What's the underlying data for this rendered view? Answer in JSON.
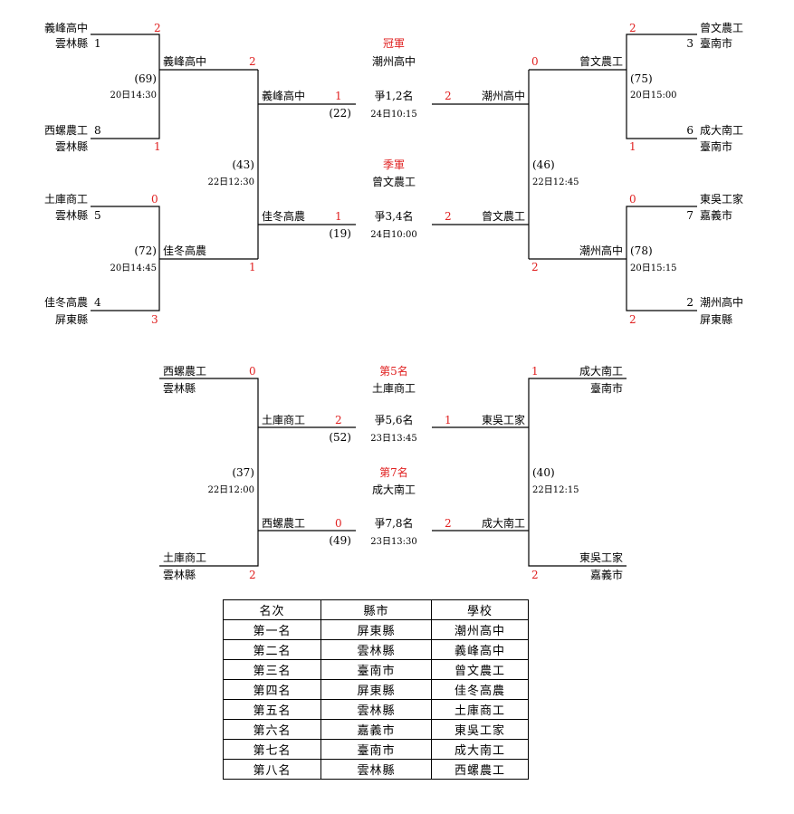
{
  "colors": {
    "score": "#e02020",
    "text": "#000000",
    "line": "#000000"
  },
  "main": {
    "left": {
      "teams": [
        {
          "name": "義峰高中",
          "county": "雲林縣",
          "seed": "1",
          "score": "2"
        },
        {
          "name": "西螺農工",
          "county": "雲林縣",
          "seed": "8",
          "score": "1"
        },
        {
          "name": "土庫商工",
          "county": "雲林縣",
          "seed": "5",
          "score": "0"
        },
        {
          "name": "佳冬高農",
          "county": "屏東縣",
          "seed": "4",
          "score": "3"
        }
      ],
      "qf": [
        {
          "game": "(69)",
          "time": "20日14:30",
          "winner": "義峰高中",
          "score": "2"
        },
        {
          "game": "(72)",
          "time": "20日14:45",
          "winner": "佳冬高農",
          "score": "1"
        }
      ],
      "sf": {
        "game": "(43)",
        "time": "22日12:30"
      }
    },
    "right": {
      "teams": [
        {
          "name": "曾文農工",
          "county": "臺南市",
          "seed": "3",
          "score": "2"
        },
        {
          "name": "成大南工",
          "county": "臺南市",
          "seed": "6",
          "score": "1"
        },
        {
          "name": "東吳工家",
          "county": "嘉義市",
          "seed": "7",
          "score": "0"
        },
        {
          "name": "潮州高中",
          "county": "屏東縣",
          "seed": "2",
          "score": "2"
        }
      ],
      "qf": [
        {
          "game": "(75)",
          "time": "20日15:00",
          "winner": "曾文農工",
          "score": "0"
        },
        {
          "game": "(78)",
          "time": "20日15:15",
          "winner": "潮州高中",
          "score": "2"
        }
      ],
      "sf": {
        "game": "(46)",
        "time": "22日12:45"
      }
    },
    "final": {
      "title": "冠軍",
      "champion": "潮州高中",
      "label": "爭1,2名",
      "game": "(22)",
      "time": "24日10:15",
      "left": {
        "name": "義峰高中",
        "score": "1"
      },
      "right": {
        "name": "潮州高中",
        "score": "2"
      }
    },
    "third": {
      "title": "季軍",
      "winner": "曾文農工",
      "label": "爭3,4名",
      "game": "(19)",
      "time": "24日10:00",
      "left": {
        "name": "佳冬高農",
        "score": "1"
      },
      "right": {
        "name": "曾文農工",
        "score": "2"
      }
    }
  },
  "placement": {
    "left": {
      "teams": [
        {
          "name": "西螺農工",
          "county": "雲林縣",
          "score": "0"
        },
        {
          "name": "土庫商工",
          "county": "雲林縣",
          "score": "2"
        }
      ],
      "game": "(37)",
      "time": "22日12:00"
    },
    "right": {
      "teams": [
        {
          "name": "成大南工",
          "county": "臺南市",
          "score": "1"
        },
        {
          "name": "東吳工家",
          "county": "嘉義市",
          "score": "2"
        }
      ],
      "game": "(40)",
      "time": "22日12:15"
    },
    "fifth": {
      "title": "第5名",
      "winner": "土庫商工",
      "label": "爭5,6名",
      "game": "(52)",
      "time": "23日13:45",
      "left": {
        "name": "土庫商工",
        "score": "2"
      },
      "right": {
        "name": "東吳工家",
        "score": "1"
      }
    },
    "seventh": {
      "title": "第7名",
      "winner": "成大南工",
      "label": "爭7,8名",
      "game": "(49)",
      "time": "23日13:30",
      "left": {
        "name": "西螺農工",
        "score": "0"
      },
      "right": {
        "name": "成大南工",
        "score": "2"
      }
    }
  },
  "ranking": {
    "headers": [
      "名次",
      "縣市",
      "學校"
    ],
    "rows": [
      [
        "第一名",
        "屏東縣",
        "潮州高中"
      ],
      [
        "第二名",
        "雲林縣",
        "義峰高中"
      ],
      [
        "第三名",
        "臺南市",
        "曾文農工"
      ],
      [
        "第四名",
        "屏東縣",
        "佳冬高農"
      ],
      [
        "第五名",
        "雲林縣",
        "土庫商工"
      ],
      [
        "第六名",
        "嘉義市",
        "東吳工家"
      ],
      [
        "第七名",
        "臺南市",
        "成大南工"
      ],
      [
        "第八名",
        "雲林縣",
        "西螺農工"
      ]
    ]
  }
}
